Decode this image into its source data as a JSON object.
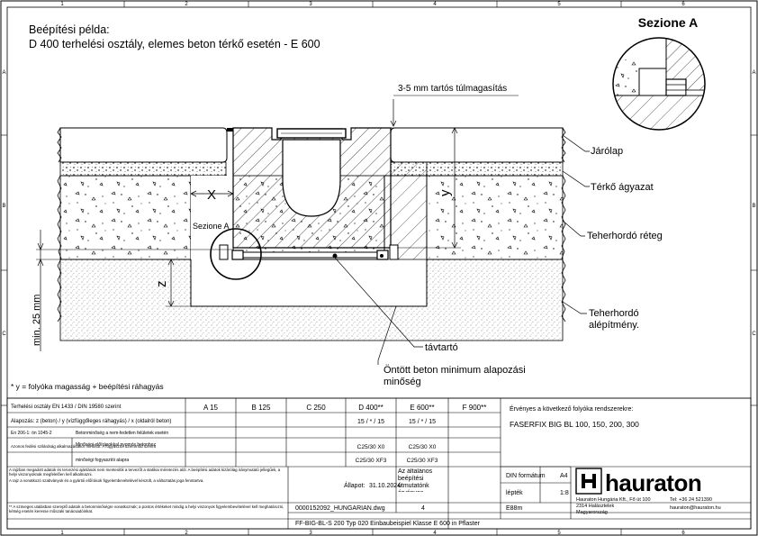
{
  "frame": {
    "cols": [
      "1",
      "2",
      "3",
      "4",
      "5",
      "6"
    ],
    "rows": [
      "A",
      "B",
      "C"
    ]
  },
  "title": {
    "line1": "Beépítési példa:",
    "line2": "D 400 terhelési osztály, elemes beton térkő esetén - E 600"
  },
  "section": {
    "title": "Sezione A",
    "marker": "Sezione A"
  },
  "labels": {
    "overheight": "3-5 mm tartós túlmagasítás",
    "jarolap": "Járólap",
    "terko": "Térkő ágyazat",
    "teherhordo": "Teherhordó réteg",
    "alepitmeny1": "Teherhordó",
    "alepitmeny2": "alépítmény.",
    "tavtarto": "távtartó",
    "beton1": "Öntött beton minimum alapozási",
    "beton2": "minőség",
    "dim_x": "X",
    "dim_y": "y",
    "dim_z": "z",
    "min25": "min. 25 mm",
    "footnote": "* y = folyóka magasság + beépítési ráhagyás"
  },
  "table": {
    "header": "Terhelési osztály EN 1433 / DIN 19580 szerint",
    "classes": [
      "A 15",
      "B 125",
      "C 250",
      "D 400**",
      "E 600**",
      "F 900**"
    ],
    "row2_label": "Alapozás: z (beton) / y (vízfüggőleges ráhagyás) / x (oldalról beton)",
    "row2_values": [
      "",
      "",
      "",
      "15 / * / 15",
      "15 / * / 15",
      ""
    ],
    "din_left": "En 206-1: ön 1045-2",
    "din_mid1": "Betonminőség a nem-fedetlen felületek esetén",
    "din_mid2": "Minőségi előírásokkal nyomós betonhoz",
    "din_left2": "Azonos fedési szilárdság alkalmazásakor minősül. A fogyasztói üzemmód szerint",
    "din_mid3": "minőségi fogyasztói alapra",
    "conc1": [
      "C25/30 X0",
      "C25/30 X0"
    ],
    "conc2": [
      "C25/30 XF3",
      "C25/30 XF3"
    ],
    "valid_title": "Érvényes a következő folyóka rendszerekre:",
    "valid_value": "FASERFIX BIG BL  100, 150, 200, 300",
    "disclaimer1": "A rajzban megadott adatok és tervezési ajánlások nem mentesítik a tervezőt a statikai méretezés alól. A beépítési adatok kizárólag iránymutató jellegűek, a helyi viszonyoknak megfelelően kell alkalmazni.",
    "disclaimer2": "A rajz a vonatkozó szabványok és a gyártói előírások figyelembevételével készült, a változtatás joga fenntartva.",
    "disclaimer3": "** A szöveges utalásban szereplő adatok a betonminőségre vonatkoznak; a pontos értékeket mindig a helyi viszonyok figyelembevételével kell meghatározni, kétség esetén keresse műszaki tanácsadóinkat.",
    "note": "Az általános beépítési útmutatónk érvényes.",
    "status_label": "Állapot:",
    "status_date": "31.10.2024",
    "din_format_label": "DIN formátum",
    "din_format_value": "A4",
    "scale_label": "lépték",
    "scale_value": "1:8",
    "sheet_no": "4",
    "code": "E88m",
    "filename": "0000152092_HUNGARIAN.dwg",
    "drawing_title": "FF-BIG-BL-S 200 Typ 020 Einbaubeispiel Klasse E 600 in Pflaster",
    "brand": "hauraton",
    "address1": "Hauraton Hungária Kft., Fő út 100",
    "address2": "2314 Halásztelek",
    "address3": "Magyarország",
    "tel": "Tel: +36 24 521390",
    "email": "hauraton@hauraton.hu"
  }
}
